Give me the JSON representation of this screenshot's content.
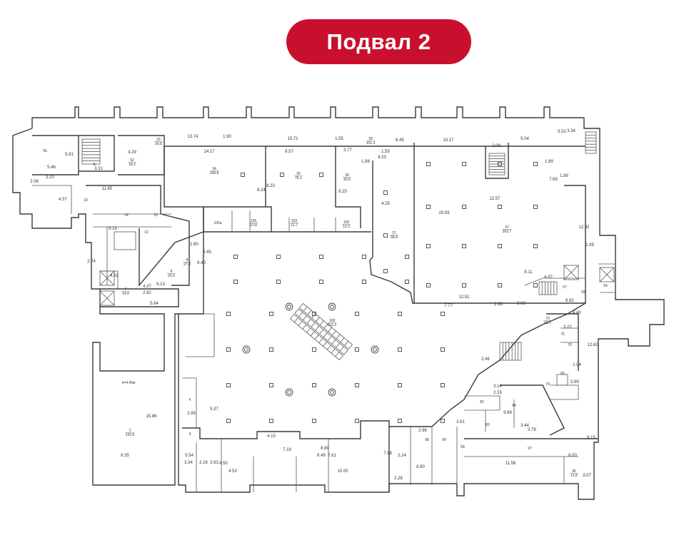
{
  "title": "Подвал 2",
  "colors": {
    "accent": "#c8102e",
    "title_text": "#ffffff",
    "line": "#3a3a3a"
  },
  "plan": {
    "dimensions": [
      "13.74",
      "1.90",
      "15.71",
      "1.55",
      "10.17",
      "6.45",
      "5.04",
      "3.34",
      "5.52",
      "14.17",
      "9.57",
      "3.77",
      "4.23",
      "1.88",
      "1.55",
      "2.09",
      "1.89",
      "4.29",
      "5.46",
      "5.91",
      "3.31",
      "3.10",
      "4.37",
      "2.08",
      "11.65",
      "8.24",
      "8.23",
      "8.25",
      "4.25",
      "20.93",
      "22.57",
      "7.65",
      "1.88",
      "8.15",
      "2.74",
      "4.62",
      "2.82",
      "4.37",
      "6.13",
      "5.84",
      "2.60",
      "6.40",
      "5.45",
      "12.32",
      "1.99",
      "8.11",
      "4.37",
      "12.51",
      "7.77",
      "2.68",
      "3.03",
      "6.92",
      "4.40",
      "3.22",
      "1.04",
      "12.62",
      "0.99",
      "3.14",
      "2.33",
      "2.46",
      "15.86",
      "8.35",
      "5.37",
      "2.99",
      "5.54",
      "3.34",
      "2.16",
      "2.63",
      "4.52",
      "4.50",
      "4.15",
      "7.16",
      "6.49",
      "8.89",
      "7.61",
      "10.00",
      "7.98",
      "6.90",
      "2.24",
      "2.28",
      "2.96",
      "2.61",
      "9.88",
      "3.44",
      "3.78",
      "11.58",
      "6.00",
      "8.15",
      "3.07"
    ],
    "rooms": [
      {
        "no": "34",
        "area": "108.8"
      },
      {
        "no": "35",
        "area": "76.1"
      },
      {
        "no": "36",
        "area": "30.6"
      },
      {
        "no": "37",
        "area": "68.8"
      },
      {
        "no": "47",
        "area": "303.7"
      },
      {
        "no": "32",
        "area": "18.2"
      },
      {
        "no": "33",
        "area": "30.8"
      },
      {
        "no": "39",
        "area": "101.3"
      },
      {
        "no": "105a",
        "area": ""
      },
      {
        "no": "105",
        "area": "12.8"
      },
      {
        "no": "103",
        "area": "12.7"
      },
      {
        "no": "106",
        "area": "12.0"
      },
      {
        "no": "108",
        "area": "913.2"
      },
      {
        "no": "9",
        "area": "20.5"
      },
      {
        "no": "8",
        "area": "27.8"
      },
      {
        "no": "7",
        "area": "14.6"
      },
      {
        "no": "10",
        "area": ""
      },
      {
        "no": "12",
        "area": ""
      },
      {
        "no": "14",
        "area": ""
      },
      {
        "no": "15",
        "area": ""
      },
      {
        "no": "1",
        "area": "120.6"
      },
      {
        "no": "h=4.45м",
        "area": ""
      },
      {
        "no": "70",
        "area": "41.1"
      },
      {
        "no": "57",
        "area": ""
      },
      {
        "no": "58",
        "area": ""
      },
      {
        "no": "75",
        "area": ""
      },
      {
        "no": "76",
        "area": ""
      },
      {
        "no": "79",
        "area": ""
      },
      {
        "no": "80",
        "area": ""
      },
      {
        "no": "82",
        "area": ""
      },
      {
        "no": "83",
        "area": ""
      },
      {
        "no": "84",
        "area": ""
      },
      {
        "no": "54",
        "area": ""
      },
      {
        "no": "3",
        "area": ""
      },
      {
        "no": "4",
        "area": ""
      },
      {
        "no": "96",
        "area": "11.8"
      },
      {
        "no": "97",
        "area": ""
      },
      {
        "no": "98",
        "area": ""
      },
      {
        "no": "99",
        "area": ""
      },
      {
        "no": "68",
        "area": ""
      },
      {
        "no": "56",
        "area": ""
      },
      {
        "no": "А",
        "area": ""
      }
    ]
  }
}
